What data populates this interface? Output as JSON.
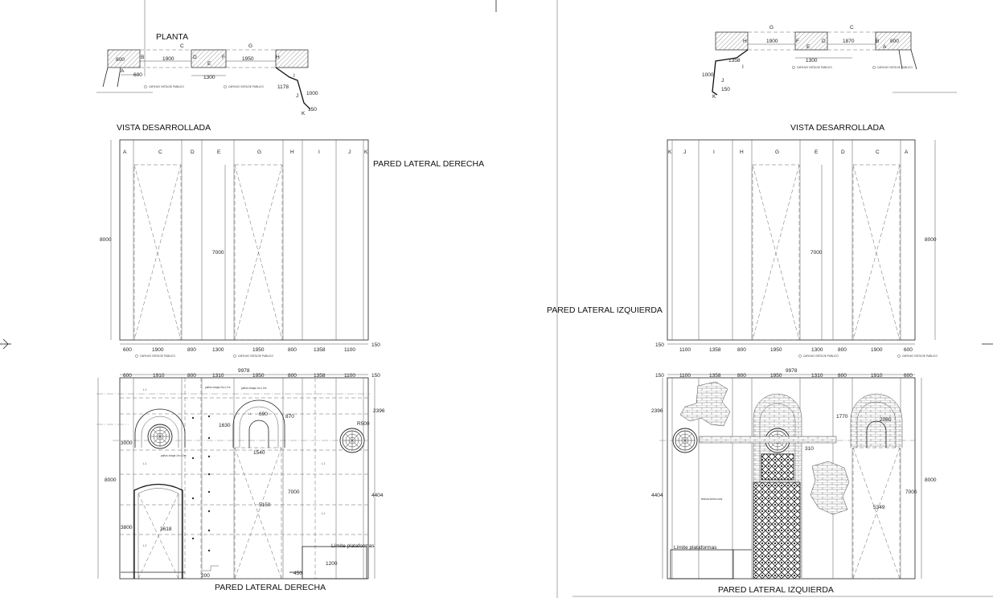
{
  "plans": {
    "left": {
      "title": "PLANTA",
      "letters_top": [
        "C",
        "G"
      ],
      "letters": [
        "B",
        "D",
        "E",
        "F",
        "H",
        "A",
        "I",
        "J",
        "K"
      ],
      "dims": [
        "800",
        "1900",
        "1950",
        "600",
        "1300",
        "1178",
        "1000",
        "150"
      ],
      "notes": [
        "CAPA NO VISTA DE PUBLICO",
        "CAPA NO VISTA DE PUBLICO"
      ]
    },
    "right": {
      "letters_top": [
        "G",
        "C"
      ],
      "letters": [
        "H",
        "F",
        "D",
        "B",
        "A",
        "E",
        "I",
        "J",
        "K"
      ],
      "dims": [
        "1900",
        "1870",
        "800",
        "1358",
        "1300",
        "1000",
        "150"
      ],
      "notes": [
        "CAPA NO VISTA DE PUBLICO",
        "CAPA NO VISTA DE PUBLICO"
      ]
    }
  },
  "developed": {
    "left": {
      "title": "VISTA DESARROLLADA",
      "side_label": "PARED LATERAL DERECHA",
      "columns": [
        "A",
        "C",
        "D",
        "E",
        "G",
        "H",
        "I",
        "J",
        "K"
      ],
      "height": "8000",
      "door_height": "7000",
      "bottom_dims": [
        "600",
        "1900",
        "800",
        "1300",
        "1950",
        "800",
        "1358",
        "1100",
        "150"
      ],
      "notes": [
        "CAPA NO VISTA DE PUBLICO",
        "CAPA NO VISTA DE PUBLICO"
      ]
    },
    "right": {
      "title": "VISTA DESARROLLADA",
      "side_label": "PARED LATERAL IZQUIERDA",
      "columns": [
        "K",
        "J",
        "I",
        "H",
        "G",
        "E",
        "D",
        "C",
        "A"
      ],
      "height": "8000",
      "door_height": "7000",
      "bottom_dims": [
        "150",
        "1100",
        "1358",
        "800",
        "1950",
        "1300",
        "800",
        "1900",
        "600"
      ],
      "notes": [
        "CAPA NO VISTA DE PUBLICO",
        "CAPA NO VISTA DE PUBLICO"
      ]
    }
  },
  "elevation": {
    "left": {
      "title": "PARED LATERAL DERECHA",
      "total": "9978",
      "top_dims": [
        "600",
        "1910",
        "800",
        "1310",
        "1950",
        "800",
        "1358",
        "1100",
        "150"
      ],
      "dims": [
        "2396",
        "R500",
        "3000",
        "8000",
        "3800",
        "3618",
        "1630",
        "690",
        "870",
        "1540",
        "5150",
        "7000",
        "4404",
        "1200",
        "200",
        "450"
      ],
      "notes": [
        "paños chapa 2m x 1m",
        "paños chapa 1m x 2m",
        "paños chapa 1m x 2m"
      ],
      "panel_label": "L 1",
      "platform_label": "Límite plataformas"
    },
    "right": {
      "title": "PARED LATERAL IZQUIERDA",
      "total": "9978",
      "top_dims": [
        "150",
        "1100",
        "1358",
        "800",
        "1950",
        "1310",
        "800",
        "1910",
        "600"
      ],
      "dims": [
        "2396",
        "4404",
        "1770",
        "2080",
        "310",
        "7000",
        "8000",
        "5349"
      ],
      "texture_label": "textura forma color",
      "platform_label": "Límite plataformas"
    }
  },
  "colors": {
    "ink": "#111111",
    "paper": "#ffffff",
    "grey": "#666666"
  }
}
